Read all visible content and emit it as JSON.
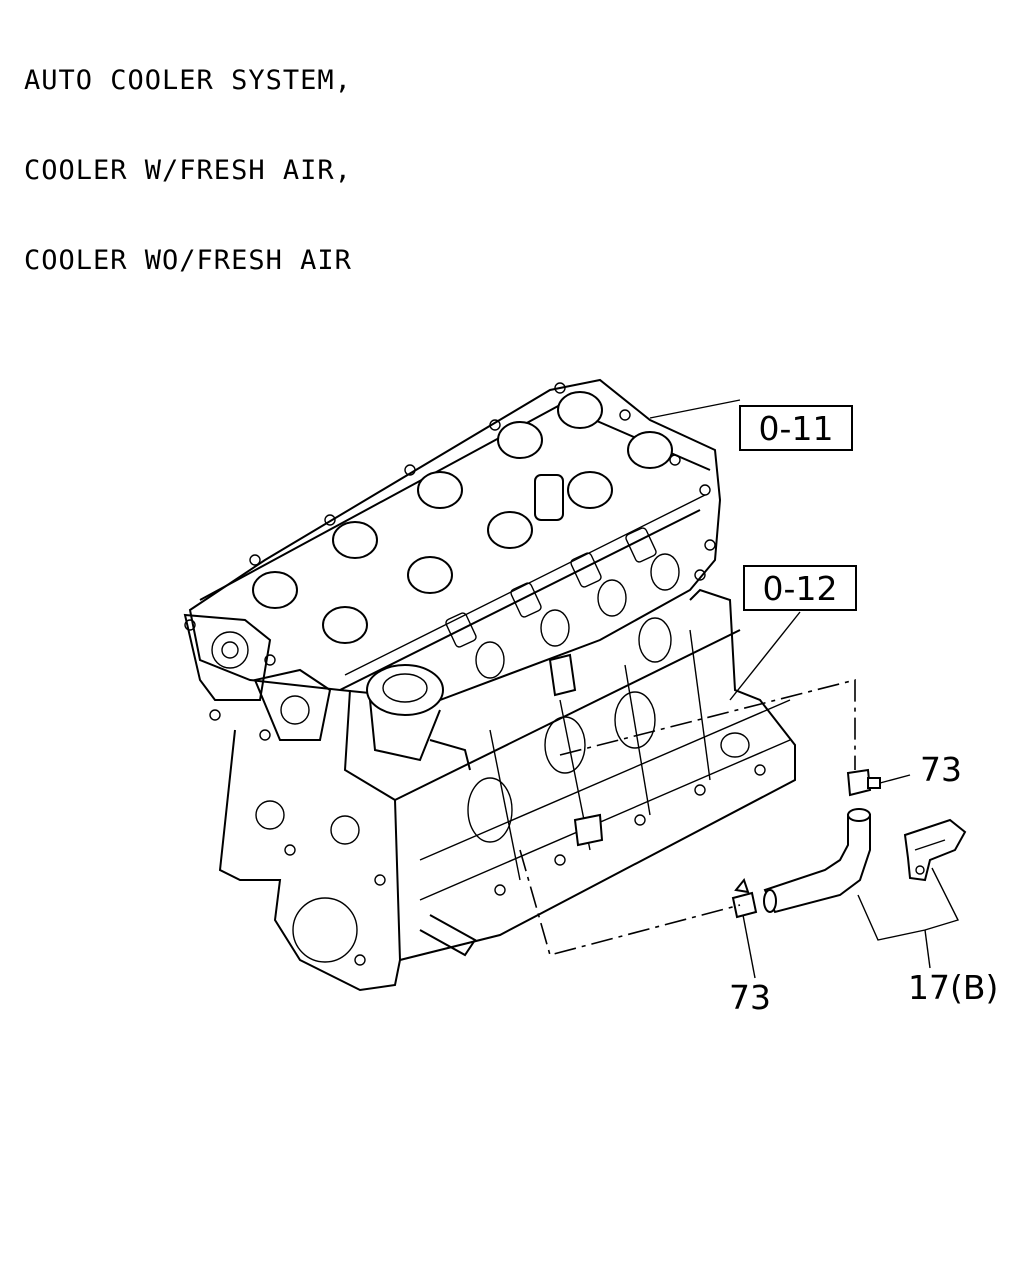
{
  "header": {
    "lines": [
      "AUTO COOLER SYSTEM,",
      "COOLER W/FRESH AIR,",
      "COOLER WO/FRESH AIR"
    ]
  },
  "callouts": {
    "ref_cylinder_head": "0-11",
    "ref_cylinder_block": "0-12",
    "part_clip_upper": "73",
    "part_clip_lower": "73",
    "part_hose_assembly": "17(B)"
  }
}
